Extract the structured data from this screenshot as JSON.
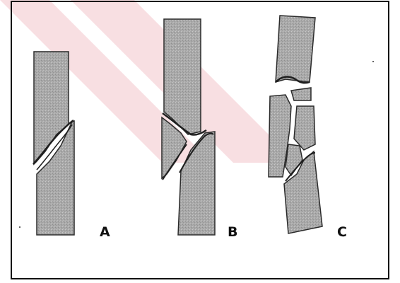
{
  "figure": {
    "labels": {
      "a": "A",
      "b": "B",
      "c": "C"
    },
    "colors": {
      "bone_fill": "#a9a9a9",
      "bone_stroke": "#2b2b2b",
      "frame": "#111111",
      "watermark": "#f3c6cb",
      "background": "#ffffff"
    }
  }
}
